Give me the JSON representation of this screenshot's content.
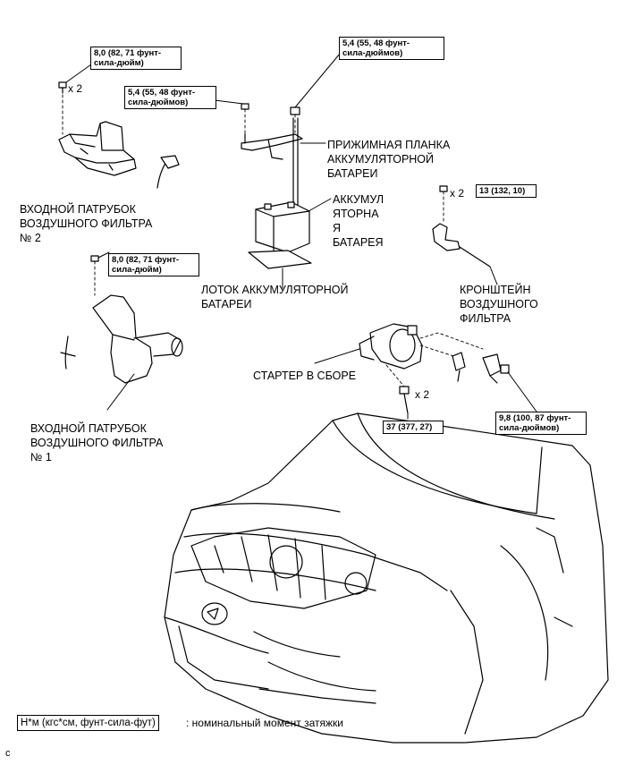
{
  "torques": {
    "t_filter2_bolt": "8,0 (82, 71 фунт-\nсила-дюйм)",
    "t_clamp_top": "5,4 (55, 48 фунт-\nсила-дюймов)",
    "t_clamp_left": "5,4 (55, 48 фунт-\nсила-дюймов)",
    "t_bracket": "13 (132, 10)",
    "t_filter1_bolt": "8,0 (82, 71 фунт-\nсила-дюйм)",
    "t_starter": "37 (377, 27)",
    "t_nut": "9,8 (100, 87 фунт-\nсила-дюймов)"
  },
  "quantities": {
    "q_filter2": "x 2",
    "q_bracket": "x 2",
    "q_starter": "x 2"
  },
  "labels": {
    "clamp": "ПРИЖИМНАЯ ПЛАНКА\nАККУМУЛЯТОРНОЙ\nБАТАРЕИ",
    "battery": "АККУМУЛ\nЯТОРНА\nЯ\nБАТАРЕЯ",
    "inlet2": "ВХОДНОЙ ПАТРУБОК\nВОЗДУШНОГО ФИЛЬТРА\n№ 2",
    "tray": "ЛОТОК АККУМУЛЯТОРНОЙ\nБАТАРЕИ",
    "bracket": "КРОНШТЕЙН\nВОЗДУШНОГО\nФИЛЬТРА",
    "starter": "СТАРТЕР В СБОРЕ",
    "inlet1": "ВХОДНОЙ ПАТРУБОК\nВОЗДУШНОГО ФИЛЬТРА\n№ 1"
  },
  "legend": {
    "key": "Н*м (кгс*см, фунт-сила-фут)",
    "text": ": номинальный момент затяжки"
  },
  "corner_mark": "c"
}
